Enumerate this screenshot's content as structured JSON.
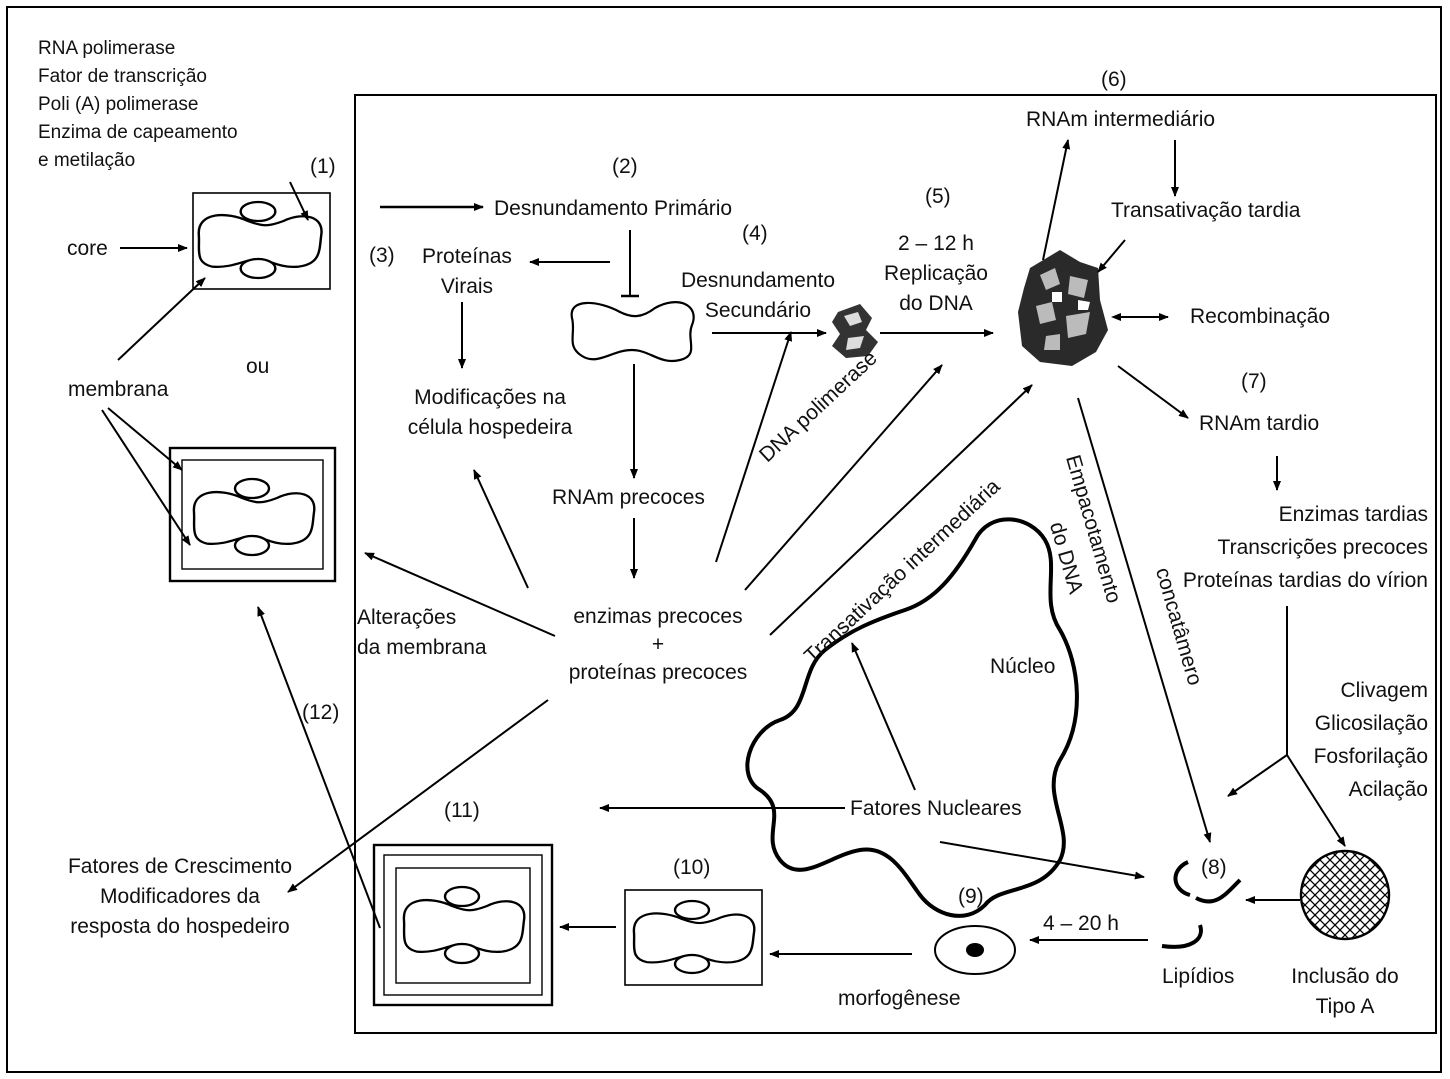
{
  "header_list": [
    "RNA polimerase",
    "Fator de transcrição",
    "Poli (A) polimerase",
    "Enzima de capeamento",
    "e metilação"
  ],
  "steps": {
    "s1": "(1)",
    "s2": "(2)",
    "s3": "(3)",
    "s4": "(4)",
    "s5": "(5)",
    "s6": "(6)",
    "s7": "(7)",
    "s8": "(8)",
    "s9": "(9)",
    "s10": "(10)",
    "s11": "(11)",
    "s12": "(12)"
  },
  "labels": {
    "core": "core",
    "ou": "ou",
    "membrana": "membrana",
    "desnudamento_primario": "Desnundamento Primário",
    "proteinas_virais": [
      "Proteínas",
      "Virais"
    ],
    "modificacoes": [
      "Modificações na",
      "célula hospedeira"
    ],
    "desnudamento_secundario": [
      "Desnundamento",
      "Secundário"
    ],
    "replicacao": [
      "2 – 12 h",
      "Replicação",
      "do DNA"
    ],
    "rnam_intermediario": "RNAm intermediário",
    "transativacao_tardia": "Transativação tardia",
    "recombinacao": "Recombinação",
    "rnam_tardio": "RNAm tardio",
    "late_products": [
      "Enzimas tardias",
      "Transcrições precoces",
      "Proteínas tardias do vírion"
    ],
    "processing": [
      "Clivagem",
      "Glicosilação",
      "Fosforilação",
      "Acilação"
    ],
    "rnam_precoces": "RNAm precoces",
    "dna_polimerase": "DNA polimerase",
    "transativacao_intermediaria": "Transativação intermediária",
    "empacotamento": [
      "Empacotamento",
      "do DNA"
    ],
    "concatamero": "concatâmero",
    "nucleo": "Núcleo",
    "alteracoes": [
      "Alterações",
      "da membrana"
    ],
    "early_products": [
      "enzimas precoces",
      "+",
      "proteínas precoces"
    ],
    "fatores_nucleares": "Fatores Nucleares",
    "fatores_crescimento": [
      "Fatores de Crescimento",
      "Modificadores da",
      "resposta do hospedeiro"
    ],
    "lipidios": "Lipídios",
    "inclusao": [
      "Inclusão do",
      "Tipo A"
    ],
    "time_4_20": "4 – 20 h",
    "morfogenese": "morfogênese"
  }
}
